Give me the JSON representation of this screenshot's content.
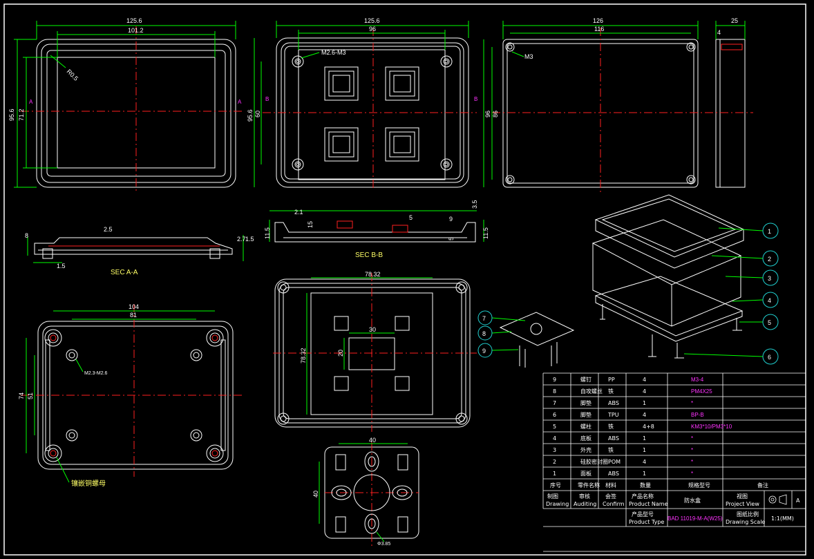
{
  "dims": {
    "v1_w_outer": "125.6",
    "v1_w_inner": "101.2",
    "v1_r": "R0.5",
    "v1_h_outer": "95.6",
    "v1_h_inner": "71.2",
    "v2_w_outer": "125.6",
    "v2_w_inner": "96",
    "v2_screw": "M2.6-M3",
    "v2_h_outer": "95.6",
    "v2_h_inner": "60",
    "v3_w_outer": "126",
    "v3_w_inner": "116",
    "v3_screw": "M3",
    "v3_h_outer": "96",
    "v3_h_inner": "86",
    "v4_w": "25",
    "v4_t": "4",
    "secA_h": "8",
    "secA_top": "2.5",
    "secA_right1": "2.7",
    "secA_right2": "1.5",
    "secA_left": "1.5",
    "secB_top": "2.1",
    "secB_right": "3.5",
    "secB_mid": "5",
    "secB_m1": "15",
    "secB_h": "11.5",
    "secB_9": "9",
    "secB_h2": "11.5",
    "secB_5": "5",
    "bot_w1": "104",
    "bot_w2": "81",
    "bot_h1": "74",
    "bot_h2": "51",
    "bot_screw": "M2.3-M2.6",
    "bot_note": "镶嵌铜螺母",
    "mid_w": "78.32",
    "mid_h": "78.32",
    "mid_30": "30",
    "mid_20": "20",
    "sq_40w": "40",
    "sq_40h": "40",
    "sq_hole": "Φ3.85"
  },
  "sections": {
    "a_label": "SEC A-A",
    "b_label": "SEC B-B",
    "mark_a": "A",
    "mark_b": "B"
  },
  "balloons": [
    "1",
    "2",
    "3",
    "4",
    "5",
    "6",
    "7",
    "8",
    "9"
  ],
  "bom": {
    "rows": [
      {
        "no": "9",
        "name": "螺钉",
        "mat": "PP",
        "qty": "4",
        "spec": "M3-4"
      },
      {
        "no": "8",
        "name": "自攻螺丝",
        "mat": "铁",
        "qty": "4",
        "spec": "PM4X25"
      },
      {
        "no": "7",
        "name": "脚垫",
        "mat": "ABS",
        "qty": "1",
        "spec": "*"
      },
      {
        "no": "6",
        "name": "脚垫",
        "mat": "TPU",
        "qty": "4",
        "spec": "BP-B"
      },
      {
        "no": "5",
        "name": "螺柱",
        "mat": "铁",
        "qty": "4+8",
        "spec": "KM3*10/PM3*10"
      },
      {
        "no": "4",
        "name": "底板",
        "mat": "ABS",
        "qty": "1",
        "spec": "*"
      },
      {
        "no": "3",
        "name": "外壳",
        "mat": "铁",
        "qty": "1",
        "spec": "*"
      },
      {
        "no": "2",
        "name": "硅胶密封圈",
        "mat": "POM",
        "qty": "4",
        "spec": "*"
      },
      {
        "no": "1",
        "name": "面板",
        "mat": "ABS",
        "qty": "1",
        "spec": "*"
      }
    ],
    "head": {
      "no": "序号",
      "name": "零件名称",
      "mat": "材料",
      "qty": "数量",
      "spec": "规格型号",
      "note": "备注"
    },
    "title_block": {
      "draw_cn": "制图",
      "draw_en": "Drawing",
      "aud_cn": "审核",
      "aud_en": "Auditing",
      "conf_cn": "会签",
      "conf_en": "Confirm",
      "pname_cn": "产品名称",
      "pname_en": "Product Name",
      "pname_val": "防水盒",
      "pview_cn": "视图",
      "pview_en": "Project View",
      "sheet": "A",
      "ptype_cn": "产品型号",
      "ptype_en": "Product Type",
      "ptype_val": "BAD 11019-M-A(W25)",
      "scale_cn": "图纸比例",
      "scale_en": "Drawing Scale",
      "scale_val": "1:1(MM)"
    }
  },
  "colors": {
    "bg": "#000000",
    "line": "#ffffff",
    "dim": "#00ff00",
    "center": "#ff2020",
    "magenta": "#ff33ff",
    "yellow": "#ffff66",
    "cyan": "#20d0d0"
  }
}
